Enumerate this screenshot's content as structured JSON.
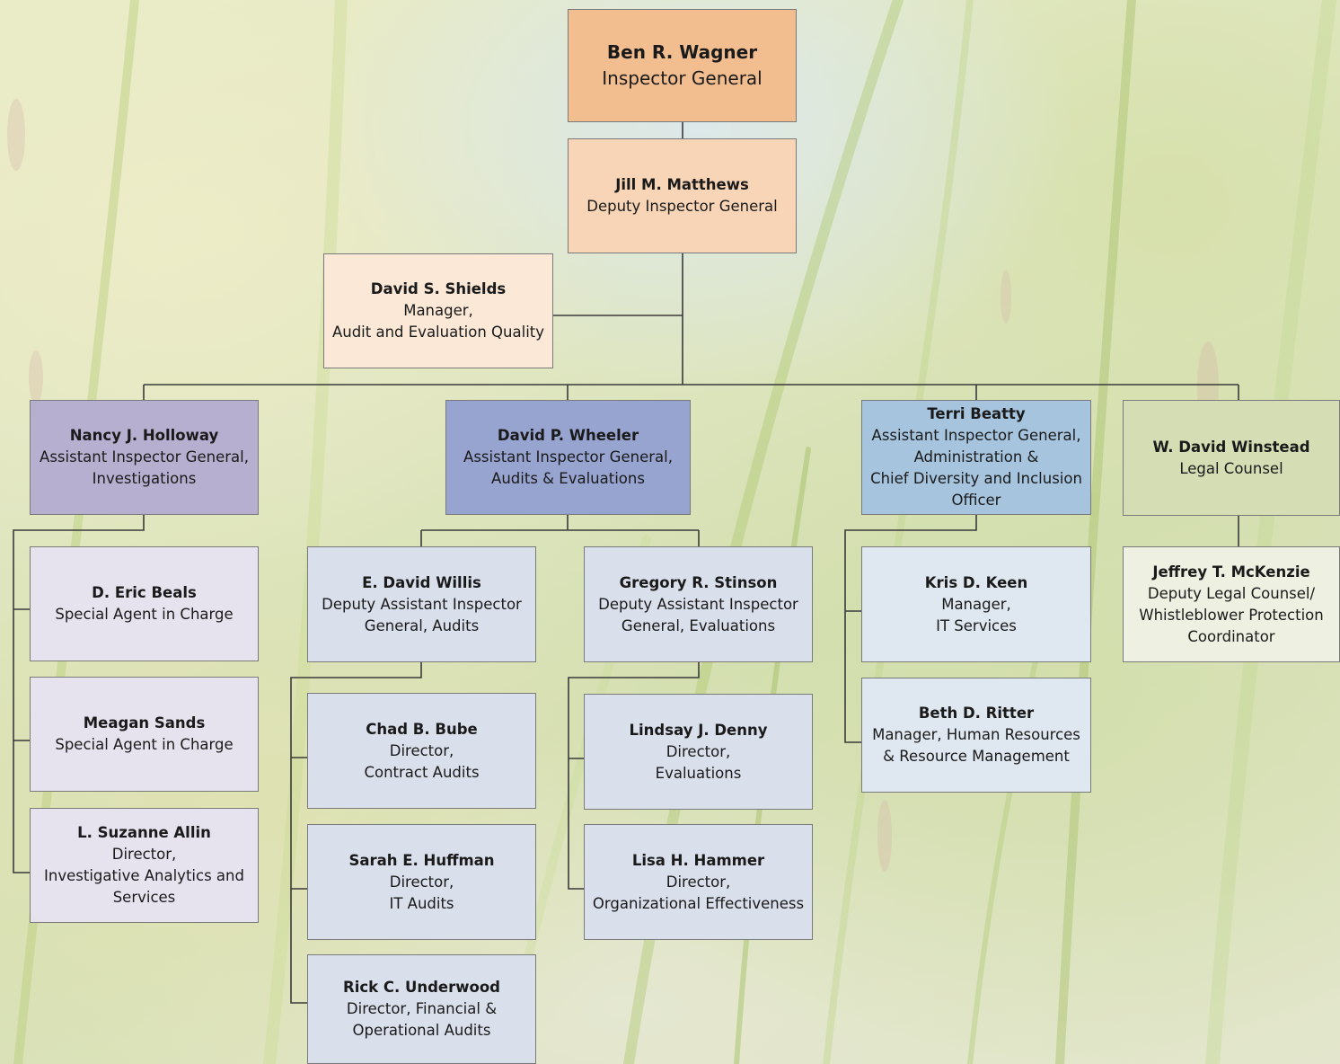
{
  "colors": {
    "ig": "#f2bd8f",
    "deputy": "#f8d5b6",
    "quality": "#fbe8d6",
    "investigations": "#b7afcf",
    "investigations_sub": "#e6e3ef",
    "audits": "#97a4d0",
    "audits_sub": "#dadfec",
    "admin": "#a6c4de",
    "admin_sub": "#dfe7f0",
    "legal": "#d5ddb4",
    "legal_sub": "#eef0e2",
    "connector": "#3a3a3a"
  },
  "nodes": {
    "ig": {
      "name": "Ben R. Wagner",
      "title": "Inspector General"
    },
    "deputy": {
      "name": "Jill M. Matthews",
      "title": "Deputy Inspector General"
    },
    "quality": {
      "name": "David S. Shields",
      "title": "Manager,\nAudit and Evaluation Quality"
    },
    "holloway": {
      "name": "Nancy J. Holloway",
      "title": "Assistant Inspector General,\nInvestigations"
    },
    "beals": {
      "name": "D. Eric Beals",
      "title": "Special Agent in Charge"
    },
    "sands": {
      "name": "Meagan Sands",
      "title": "Special Agent in Charge"
    },
    "allin": {
      "name": "L. Suzanne Allin",
      "title": "Director,\nInvestigative Analytics and\nServices"
    },
    "wheeler": {
      "name": "David P. Wheeler",
      "title": "Assistant Inspector General,\nAudits & Evaluations"
    },
    "willis": {
      "name": "E. David Willis",
      "title": "Deputy Assistant Inspector\nGeneral, Audits"
    },
    "bube": {
      "name": "Chad B. Bube",
      "title": "Director,\nContract Audits"
    },
    "huffman": {
      "name": "Sarah E. Huffman",
      "title": "Director,\nIT Audits"
    },
    "underwood": {
      "name": "Rick C. Underwood",
      "title": "Director, Financial &\nOperational Audits"
    },
    "stinson": {
      "name": "Gregory R. Stinson",
      "title": "Deputy Assistant Inspector\nGeneral, Evaluations"
    },
    "denny": {
      "name": "Lindsay J. Denny",
      "title": "Director,\nEvaluations"
    },
    "hammer": {
      "name": "Lisa H. Hammer",
      "title": "Director,\nOrganizational Effectiveness"
    },
    "beatty": {
      "name": "Terri Beatty",
      "title": "Assistant Inspector General,\nAdministration &\nChief Diversity and Inclusion\nOfficer"
    },
    "keen": {
      "name": "Kris D. Keen",
      "title": "Manager,\nIT Services"
    },
    "ritter": {
      "name": "Beth D. Ritter",
      "title": "Manager, Human Resources\n& Resource Management"
    },
    "winstead": {
      "name": "W. David Winstead",
      "title": "Legal Counsel"
    },
    "mckenzie": {
      "name": "Jeffrey T. McKenzie",
      "title": "Deputy Legal Counsel/\nWhistleblower Protection\nCoordinator"
    }
  }
}
